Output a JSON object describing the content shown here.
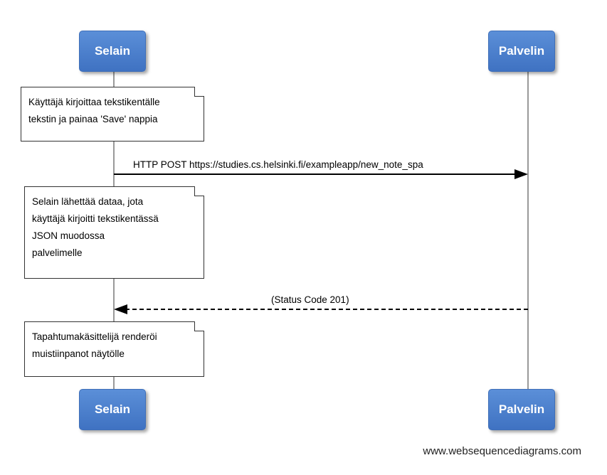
{
  "participants": {
    "browser": "Selain",
    "server": "Palvelin"
  },
  "notes": [
    "Käyttäjä kirjoittaa tekstikentälle\ntekstin ja painaa 'Save' nappia",
    "Selain lähettää dataa, jota\nkäyttäjä kirjoitti tekstikentässä\nJSON muodossa\npalvelimelle",
    "Tapahtumakäsittelijä renderöi\nmuistiinpanot näytölle"
  ],
  "messages": [
    {
      "label": "HTTP POST https://studies.cs.helsinki.fi/exampleapp/new_note_spa",
      "style": "solid",
      "from": "Selain",
      "to": "Palvelin"
    },
    {
      "label": "(Status Code 201)",
      "style": "dashed",
      "from": "Palvelin",
      "to": "Selain"
    }
  ],
  "watermark": "www.websequencediagrams.com",
  "colors": {
    "actor_fill": "#4a7fcd",
    "lifeline": "#999999"
  }
}
